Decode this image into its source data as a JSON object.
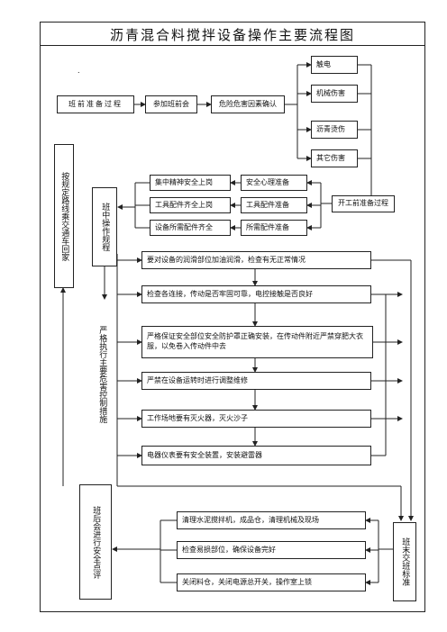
{
  "title": "沥青混合料搅拌设备操作主要流程图",
  "pre_shift": {
    "main": "班前准备过程",
    "meeting": "参加班前会",
    "hazard": "危险危害因素确认",
    "hazards": [
      "触电",
      "机械伤害",
      "沥青烫伤",
      "其它伤害"
    ]
  },
  "route": "按规定路线乘交通车回家",
  "start": {
    "main": "开工前准备过程",
    "left": [
      "集中精神安全上岗",
      "工具配件齐全上岗",
      "设备所需配件齐全"
    ],
    "right": [
      "安全心理准备",
      "工具配件准备",
      "所需配件准备"
    ]
  },
  "in_shift": {
    "label": "班中操作规程",
    "control": "严格执行主要危害控制措施",
    "steps": [
      "要对设备的润滑部位加油润滑，检查有无正常情况",
      "检查各连接，传动是否牢固可靠，电控接触是否良好",
      "严格保证安全部位安全防护罩正确安装，在传动件附近严禁穿肥大衣服，以免卷入传动件中去",
      "严禁在设备运转时进行调整维修",
      "工作场地要有灭火器，灭火沙子",
      "电器仪表要有安全装置，安装避雷器"
    ]
  },
  "post_shift": {
    "review": "班后会进行安全点评",
    "standard": "班末交班标准",
    "tasks": [
      "清理水泥搅拌机，成品仓，清理机械及现场",
      "检查易损部位，确保设备完好",
      "关闭料仓，关闭电源总开关，操作室上锁"
    ]
  }
}
